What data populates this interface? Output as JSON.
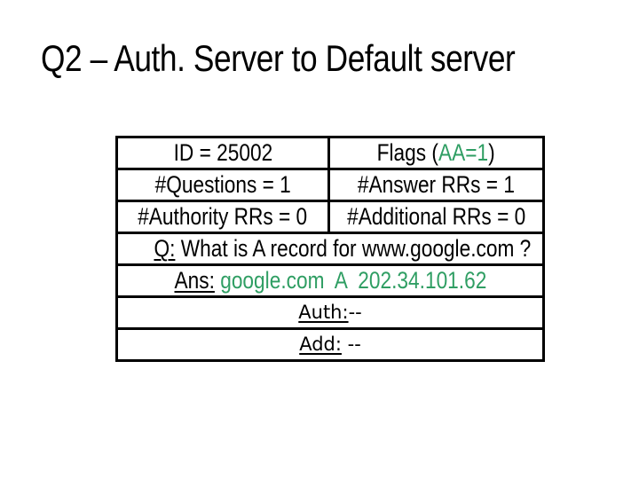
{
  "slide": {
    "title": "Q2 – Auth. Server to Default server"
  },
  "colors": {
    "accent_green": "#2f9e63",
    "text": "#000000",
    "table_border": "#000000",
    "background": "#ffffff"
  },
  "table": {
    "rows": [
      {
        "left": [
          {
            "text": "ID = 25002"
          }
        ],
        "right": [
          {
            "text": "Flags ("
          },
          {
            "text": "AA=1",
            "color": "green"
          },
          {
            "text": ")"
          }
        ]
      },
      {
        "left": [
          {
            "text": "#Questions = 1"
          }
        ],
        "right": [
          {
            "text": "#Answer RRs = 1"
          }
        ]
      },
      {
        "left": [
          {
            "text": "#Authority RRs = 0"
          }
        ],
        "right": [
          {
            "text": "#Additional RRs = 0"
          }
        ]
      },
      {
        "segments": [
          {
            "text": "Q:",
            "underline": true
          },
          {
            "text": " What is A record for www.google.com ?"
          }
        ]
      },
      {
        "segments": [
          {
            "text": "Ans:",
            "underline": true
          },
          {
            "text": " "
          },
          {
            "text": "google.com  A  202.34.101.62",
            "color": "green"
          }
        ]
      },
      {
        "segments": [
          {
            "text": "Auth:",
            "underline": true
          },
          {
            "text": "--"
          }
        ]
      },
      {
        "segments": [
          {
            "text": "Add:",
            "underline": true
          },
          {
            "text": " --"
          }
        ]
      }
    ]
  }
}
